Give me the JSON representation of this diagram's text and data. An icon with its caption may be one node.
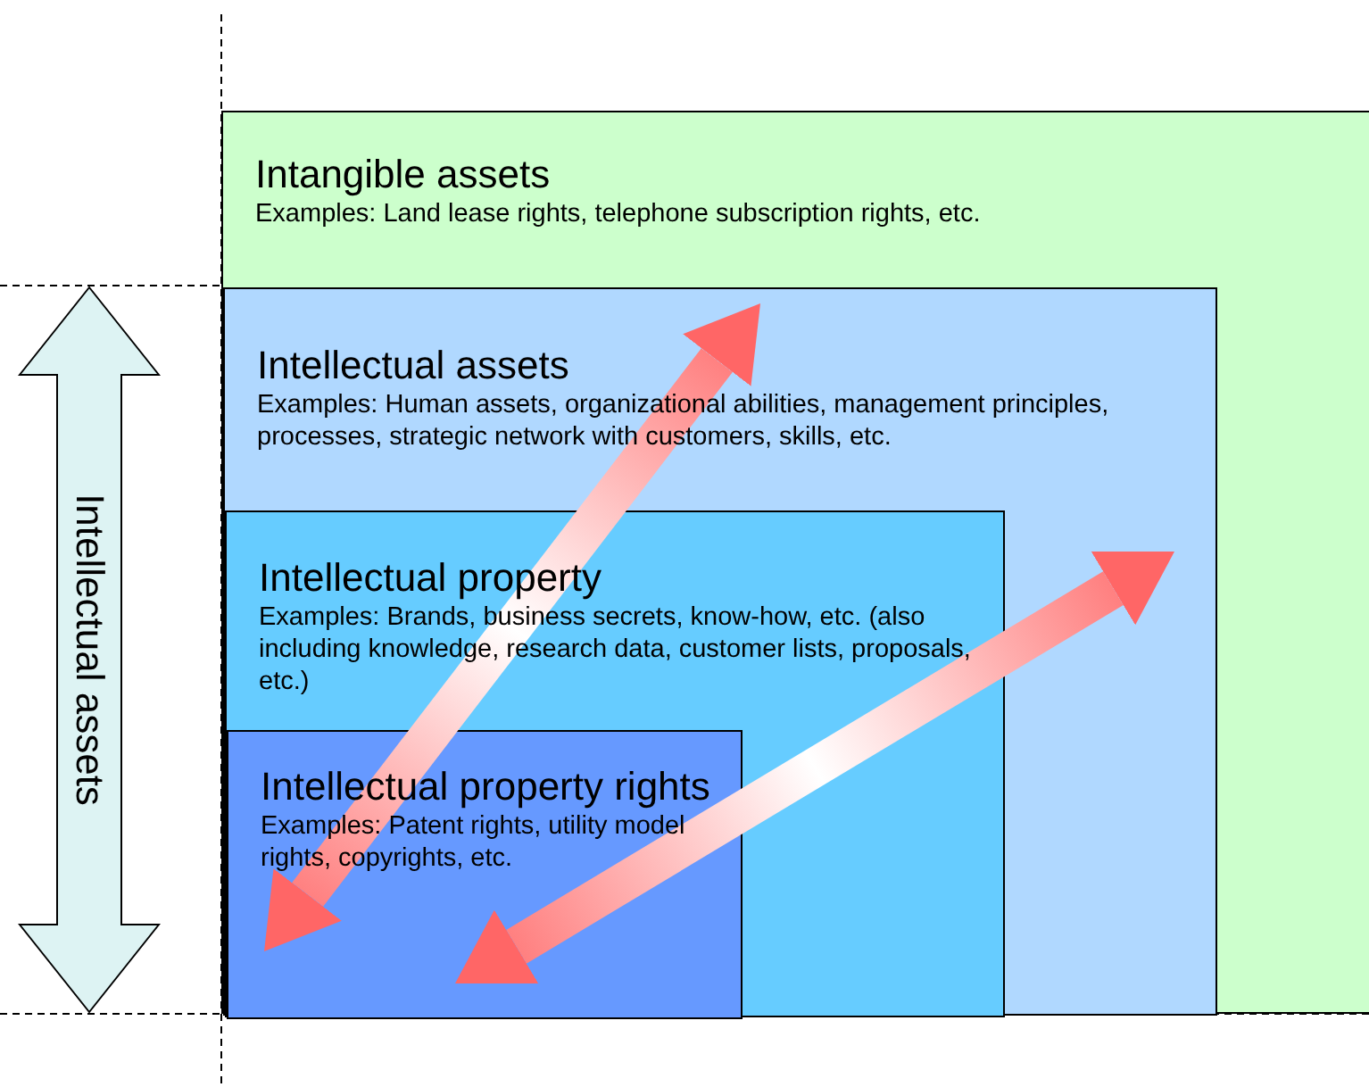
{
  "diagram": {
    "nodes": [
      {
        "text": [
          "Intangible assets",
          "Examples: Land lease rights, telephone subscription rights, etc."
        ]
      },
      {
        "text": [
          "Intellectual assets",
          "Examples: Human assets, organizational abilities, management principles, processes, strategic network with customers, skills, etc."
        ],
        "in": 0
      },
      {
        "text": [
          "Intellectual property",
          "Examples: Brands, business secrets, know-how, etc. (also including knowledge, research data, customer lists, proposals, etc.)"
        ],
        "in": 1
      },
      {
        "text": [
          "Intellectual property rights",
          "Examples: Patent rights, utility model rights, copyrights, etc."
        ],
        "in": 2
      },
      {
        "text": [
          "Intellectual assets"
        ]
      }
    ],
    "edges": [
      {
        "from": 3,
        "to": 1,
        "arrow": "both",
        "style": "thick"
      },
      {
        "from": 3,
        "to": 1,
        "arrow": "both",
        "style": "thick"
      }
    ]
  }
}
